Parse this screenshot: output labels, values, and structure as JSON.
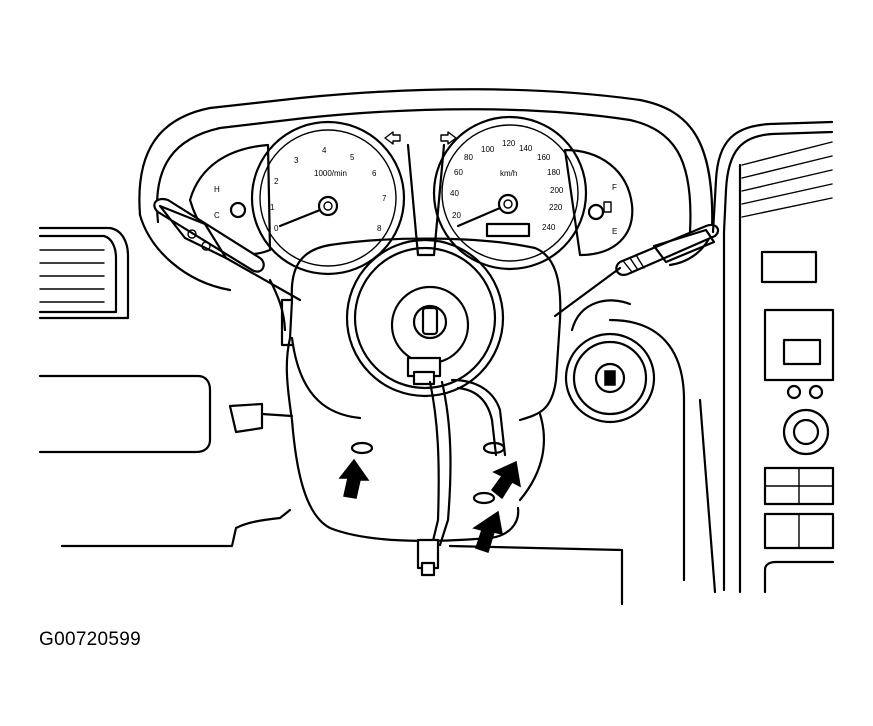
{
  "figure": {
    "id_label": "G00720599"
  },
  "tachometer": {
    "ticks": [
      "0",
      "1",
      "2",
      "3",
      "4",
      "5",
      "6",
      "7",
      "8"
    ],
    "unit": "1000/min"
  },
  "speedometer": {
    "ticks": [
      "20",
      "40",
      "60",
      "80",
      "100",
      "120",
      "140",
      "160",
      "180",
      "200",
      "220",
      "240"
    ],
    "unit": "km/h"
  },
  "temp_gauge": {
    "ticks": [
      "H",
      "C"
    ]
  },
  "fuel_gauge": {
    "ticks": [
      "F",
      "E"
    ]
  },
  "callouts": {
    "arrow_count": 3,
    "style": "filled-black"
  }
}
